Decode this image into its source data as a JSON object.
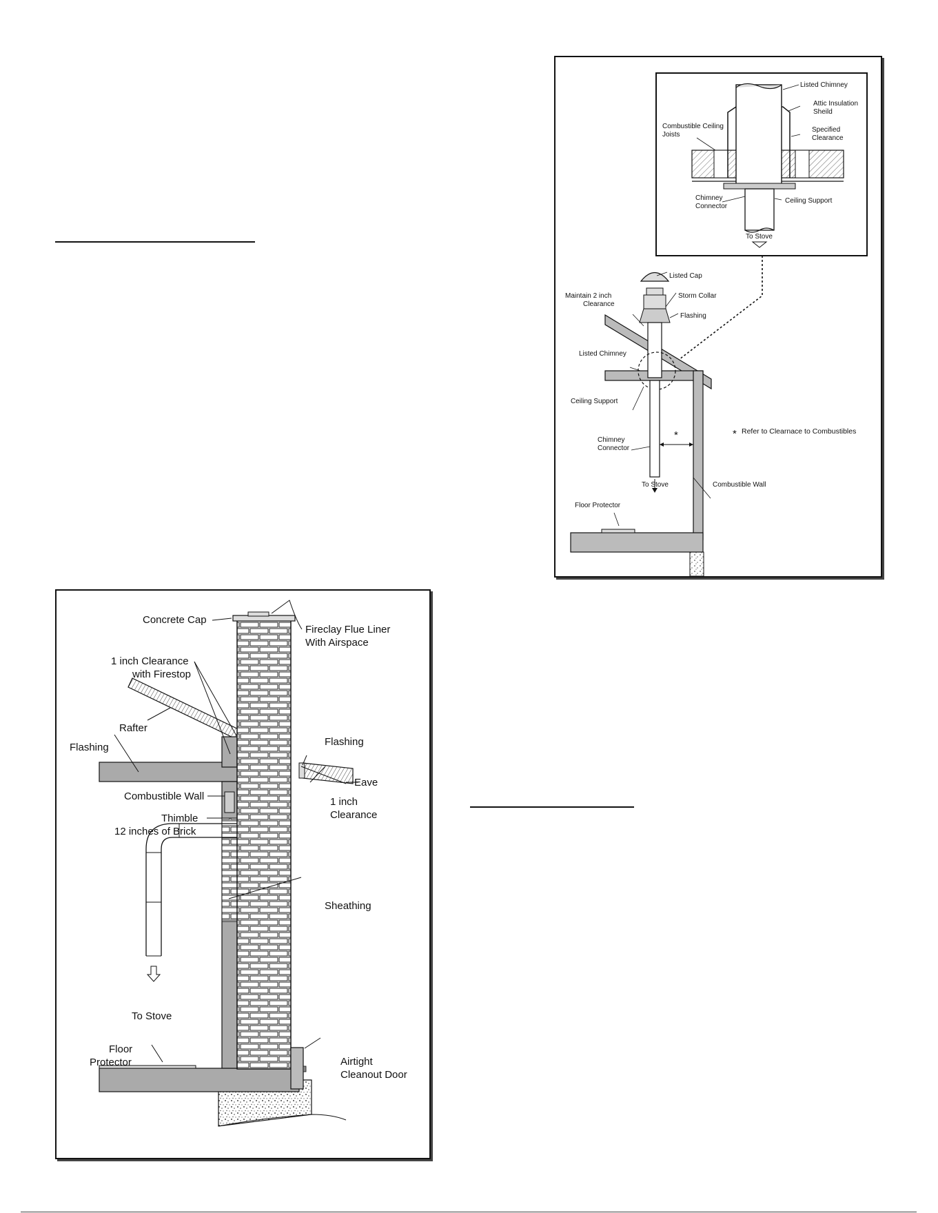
{
  "page": {
    "footer_fragment": ""
  },
  "figure_flue_installation": {
    "detail": {
      "label_listed_chimney": "Listed Chimney",
      "label_attic_insulation_line1": "Attic Insulation",
      "label_attic_insulation_line2": "Sheild",
      "label_combustible_joists_line1": "Combustible Ceiling",
      "label_combustible_joists_line2": "Joists",
      "label_specified_clearance_line1": "Specified",
      "label_specified_clearance_line2": "Clearance",
      "label_chimney_connector_line1": "Chimney",
      "label_chimney_connector_line2": "Connector",
      "label_ceiling_support": "Ceiling Support",
      "label_to_stove": "To Stove"
    },
    "main": {
      "label_listed_cap": "Listed Cap",
      "label_maintain_line1": "Maintain 2 inch",
      "label_maintain_line2": "Clearance",
      "label_storm_collar": "Storm Collar",
      "label_flashing": "Flashing",
      "label_listed_chimney": "Listed Chimney",
      "label_ceiling_support": "Ceiling Support",
      "label_chimney_connector_line1": "Chimney",
      "label_chimney_connector_line2": "Connector",
      "label_to_stove": "To Stove",
      "label_combustible_wall": "Combustible Wall",
      "label_floor_protector": "Floor Protector",
      "label_asterisk": "*",
      "label_note_asterisk": "*",
      "label_note": "Refer to Clearnace to Combustibles"
    }
  },
  "figure_masonry_chimney": {
    "label_concrete_cap": "Concrete Cap",
    "label_fireclay_line1": "Fireclay Flue Liner",
    "label_fireclay_line2": "With Airspace",
    "label_clearance_firestop_line1": "1 inch Clearance",
    "label_clearance_firestop_line2": "with Firestop",
    "label_rafter": "Rafter",
    "label_flashing_left": "Flashing",
    "label_flashing_right": "Flashing",
    "label_eave": "Eave",
    "label_combustible_wall": "Combustible Wall",
    "label_one_inch_line1": "1 inch",
    "label_one_inch_line2": "Clearance",
    "label_thimble_line1": "Thimble",
    "label_thimble_line2": "12 inches of Brick",
    "label_sheathing": "Sheathing",
    "label_to_stove": "To Stove",
    "label_floor_protector_line1": "Floor",
    "label_floor_protector_line2": "Protector",
    "label_cleanout_line1": "Airtight",
    "label_cleanout_line2": "Cleanout Door"
  }
}
